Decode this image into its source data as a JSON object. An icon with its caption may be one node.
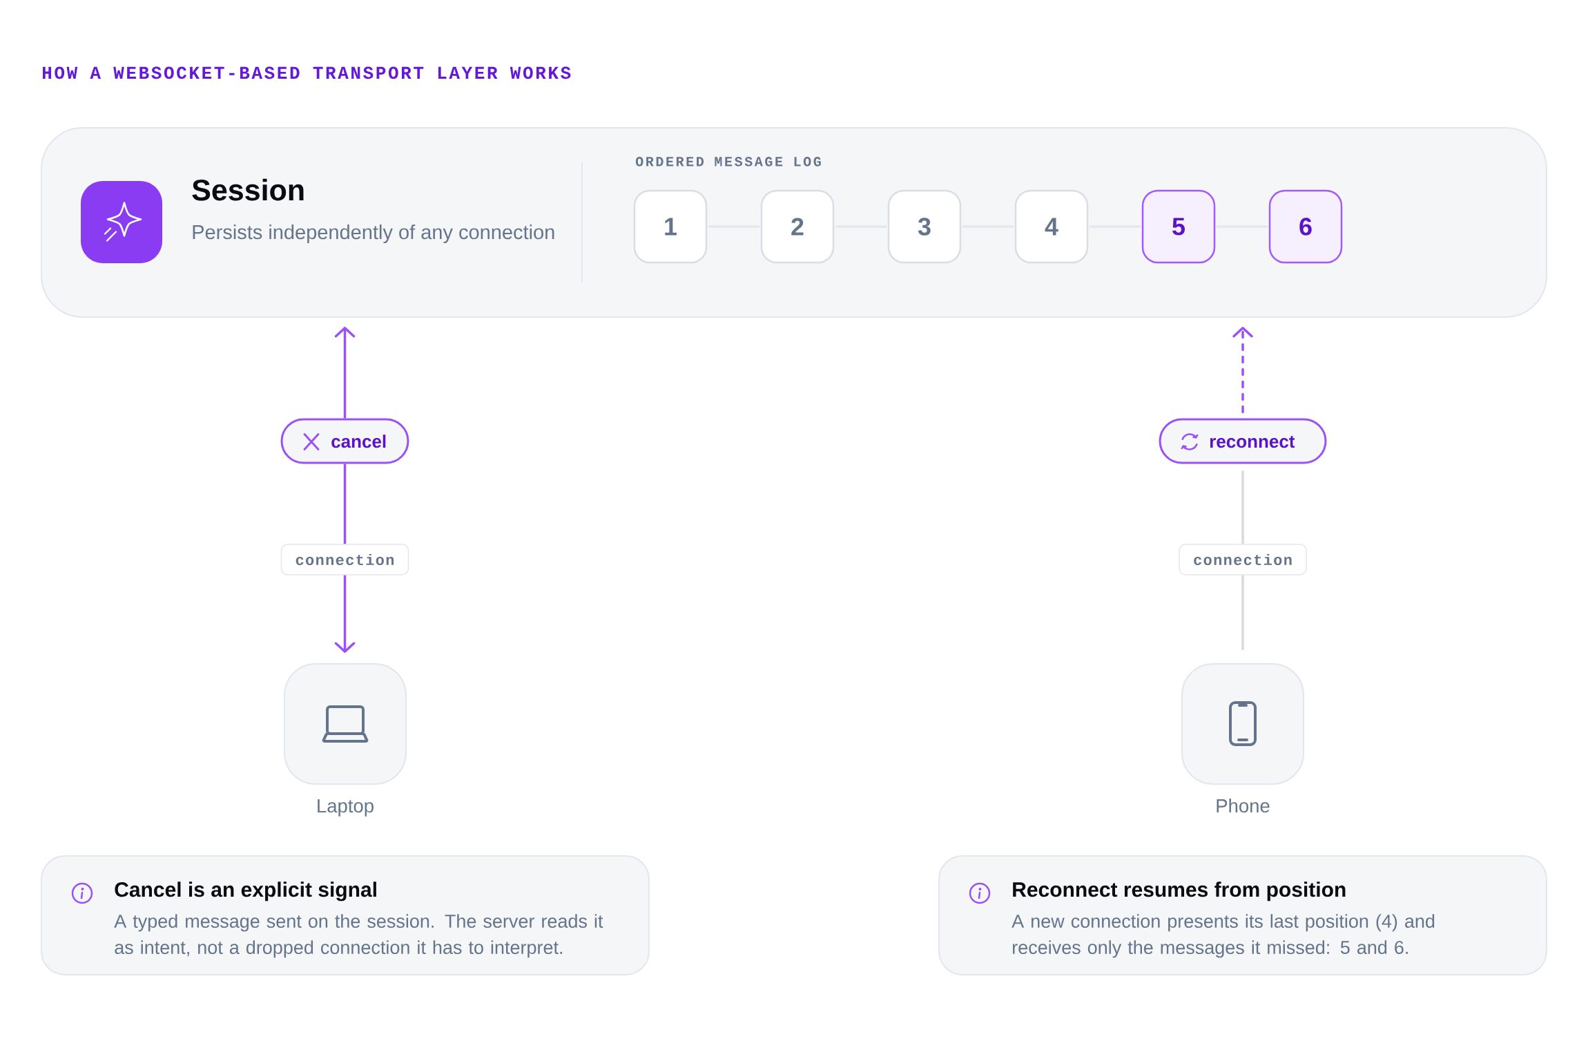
{
  "diagram": {
    "title": "HOW A WEBSOCKET-BASED TRANSPORT LAYER WORKS",
    "nodes": [
      {
        "text": [
          "Session",
          "Persists independently of any connection",
          "ORDERED MESSAGE LOG"
        ]
      },
      {
        "text": [
          "1"
        ],
        "in": 0
      },
      {
        "text": [
          "2"
        ],
        "in": 0
      },
      {
        "text": [
          "3"
        ],
        "in": 0
      },
      {
        "text": [
          "4"
        ],
        "in": 0
      },
      {
        "text": [
          "5"
        ],
        "in": 0
      },
      {
        "text": [
          "6"
        ],
        "in": 0
      },
      {
        "text": [
          "cancel"
        ]
      },
      {
        "text": [
          "reconnect"
        ]
      },
      {
        "text": [],
        "shape": "box",
        "beside": [
          "Laptop"
        ]
      },
      {
        "text": [],
        "shape": "box",
        "beside": [
          "Phone"
        ]
      },
      {
        "text": [
          "Cancel is an explicit signal",
          "A typed message sent on the session. The server reads it as intent, not a dropped connection it has to interpret."
        ]
      },
      {
        "text": [
          "Reconnect resumes from position",
          "A new connection presents its last position (4) and receives only the messages it missed: 5 and 6."
        ]
      }
    ],
    "edges": [
      {
        "from": 1,
        "to": 2,
        "arrow": "none"
      },
      {
        "from": 2,
        "to": 3,
        "arrow": "none"
      },
      {
        "from": 3,
        "to": 4,
        "arrow": "none"
      },
      {
        "from": 4,
        "to": 5,
        "arrow": "none"
      },
      {
        "from": 5,
        "to": 6,
        "arrow": "none"
      },
      {
        "from": 7,
        "to": 0,
        "arrow": "to",
        "color": "#9b51f5"
      },
      {
        "from": 7,
        "to": 9,
        "arrow": "to",
        "label": "connection",
        "color": "#9b51f5"
      },
      {
        "from": 8,
        "to": 0,
        "arrow": "to",
        "style": "dashed",
        "color": "#9b51f5"
      },
      {
        "from": 8,
        "to": 10,
        "arrow": "none",
        "label": "connection",
        "color": "#d6dae1"
      }
    ]
  }
}
